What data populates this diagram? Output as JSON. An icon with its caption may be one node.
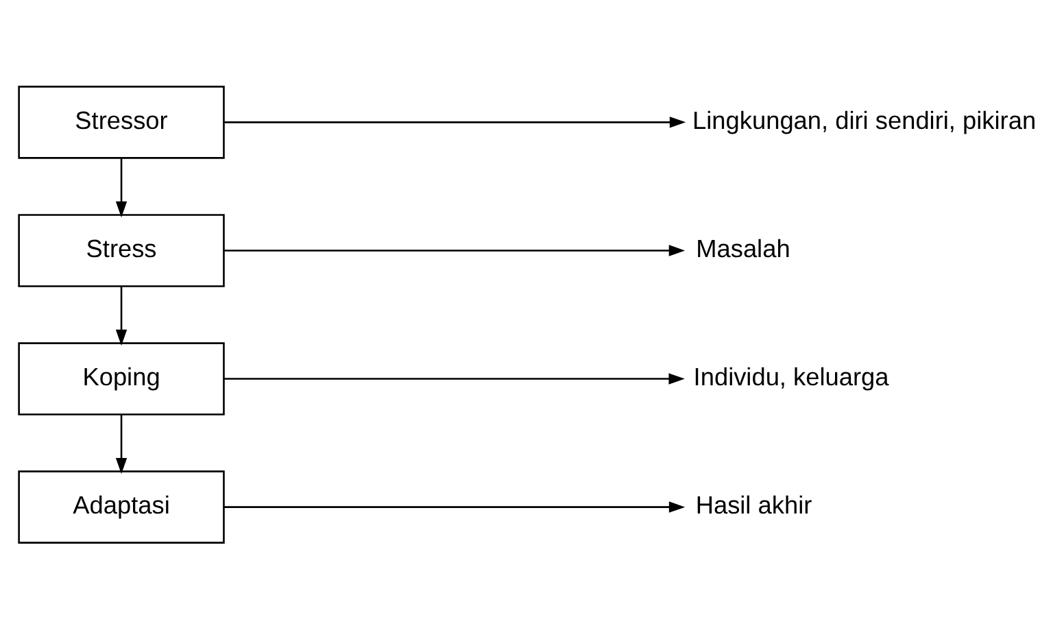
{
  "diagram": {
    "nodes": [
      {
        "text": [
          "Stressor"
        ]
      },
      {
        "text": [
          "Lingkungan, diri sendiri, pikiran"
        ]
      },
      {
        "text": [
          "Stress"
        ]
      },
      {
        "text": [
          "Masalah"
        ]
      },
      {
        "text": [
          "Koping"
        ]
      },
      {
        "text": [
          "Individu, keluarga"
        ]
      },
      {
        "text": [
          "Adaptasi"
        ]
      },
      {
        "text": [
          "Hasil akhir"
        ]
      }
    ],
    "edges": [
      {
        "from": 0,
        "to": 1,
        "arrow": "to"
      },
      {
        "from": 0,
        "to": 2,
        "arrow": "to"
      },
      {
        "from": 2,
        "to": 3,
        "arrow": "to"
      },
      {
        "from": 2,
        "to": 4,
        "arrow": "to"
      },
      {
        "from": 4,
        "to": 5,
        "arrow": "to"
      },
      {
        "from": 4,
        "to": 6,
        "arrow": "to"
      },
      {
        "from": 6,
        "to": 7,
        "arrow": "to"
      }
    ]
  }
}
